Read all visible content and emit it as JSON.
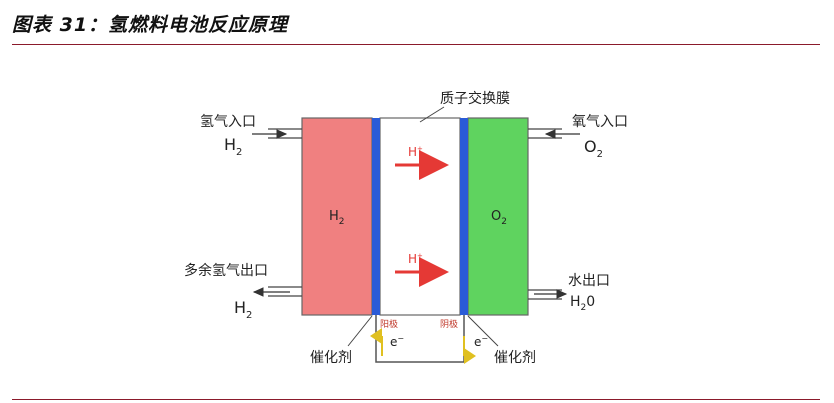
{
  "figure": {
    "title": "图表 31：氢燃料电池反应原理"
  },
  "labels": {
    "membrane": "质子交换膜",
    "h2_inlet": "氢气入口",
    "h2_inlet_formula": "H",
    "h2_inlet_sub": "2",
    "o2_inlet": "氧气入口",
    "o2_inlet_formula": "O",
    "o2_inlet_sub": "2",
    "h2_outlet": "多余氢气出口",
    "h2_outlet_formula": "H",
    "h2_outlet_sub": "2",
    "water_outlet": "水出口",
    "water_formula_h": "H",
    "water_formula_sub": "2",
    "water_formula_o": "0",
    "anode_chamber": "H",
    "anode_chamber_sub": "2",
    "cathode_chamber": "O",
    "cathode_chamber_sub": "2",
    "proton_top": "H",
    "proton_bottom": "H",
    "proton_sup": "+",
    "anode": "阳极",
    "cathode": "阴极",
    "electron_left": "e",
    "electron_right": "e",
    "electron_sup": "−",
    "catalyst_left": "催化剂",
    "catalyst_right": "催化剂"
  },
  "colors": {
    "anode_fill": "#f08080",
    "cathode_fill": "#5fd35f",
    "electrode": "#2a5bd7",
    "proton_arrow": "#e53935",
    "electron_arrow": "#e0c020",
    "rule": "#8b1a2b"
  }
}
